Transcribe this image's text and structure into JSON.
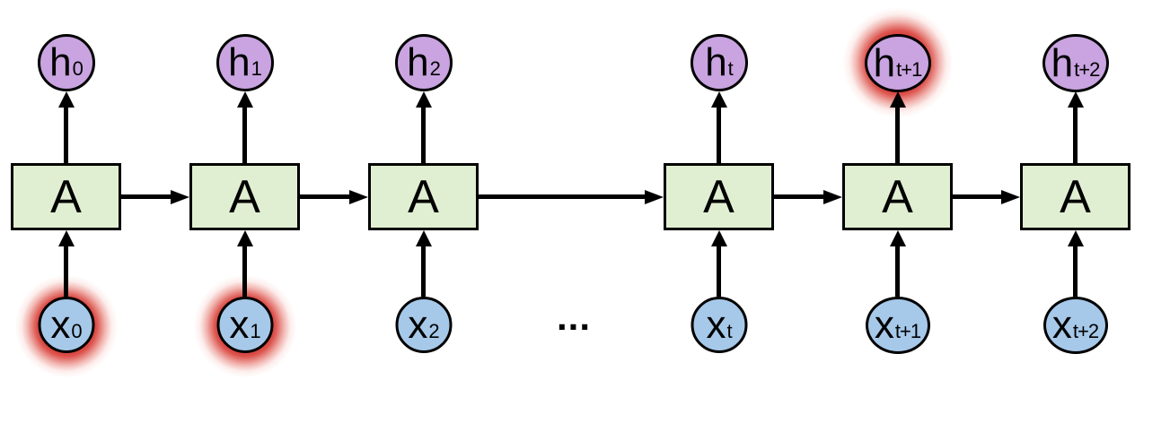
{
  "diagram": {
    "type": "unrolled-rnn",
    "cell_label": "A",
    "ellipsis": "...",
    "colors": {
      "node_purple": "#c9a4e1",
      "node_blue": "#a6c8e9",
      "cell_green": "#e0efd1",
      "glow_red": "#d42f28",
      "stroke": "#000000",
      "background": "#ffffff"
    },
    "columns": [
      {
        "h": {
          "base": "h",
          "sub": "0",
          "glow": false
        },
        "x": {
          "base": "x",
          "sub": "0",
          "glow": true
        }
      },
      {
        "h": {
          "base": "h",
          "sub": "1",
          "glow": false
        },
        "x": {
          "base": "x",
          "sub": "1",
          "glow": true
        }
      },
      {
        "h": {
          "base": "h",
          "sub": "2",
          "glow": false
        },
        "x": {
          "base": "x",
          "sub": "2",
          "glow": false
        }
      },
      {
        "h": {
          "base": "h",
          "sub": "t",
          "glow": false
        },
        "x": {
          "base": "x",
          "sub": "t",
          "glow": false
        }
      },
      {
        "h": {
          "base": "h",
          "sub": "t+1",
          "glow": true
        },
        "x": {
          "base": "x",
          "sub": "t+1",
          "glow": false
        }
      },
      {
        "h": {
          "base": "h",
          "sub": "t+2",
          "glow": false
        },
        "x": {
          "base": "x",
          "sub": "t+2",
          "glow": false
        }
      }
    ]
  }
}
